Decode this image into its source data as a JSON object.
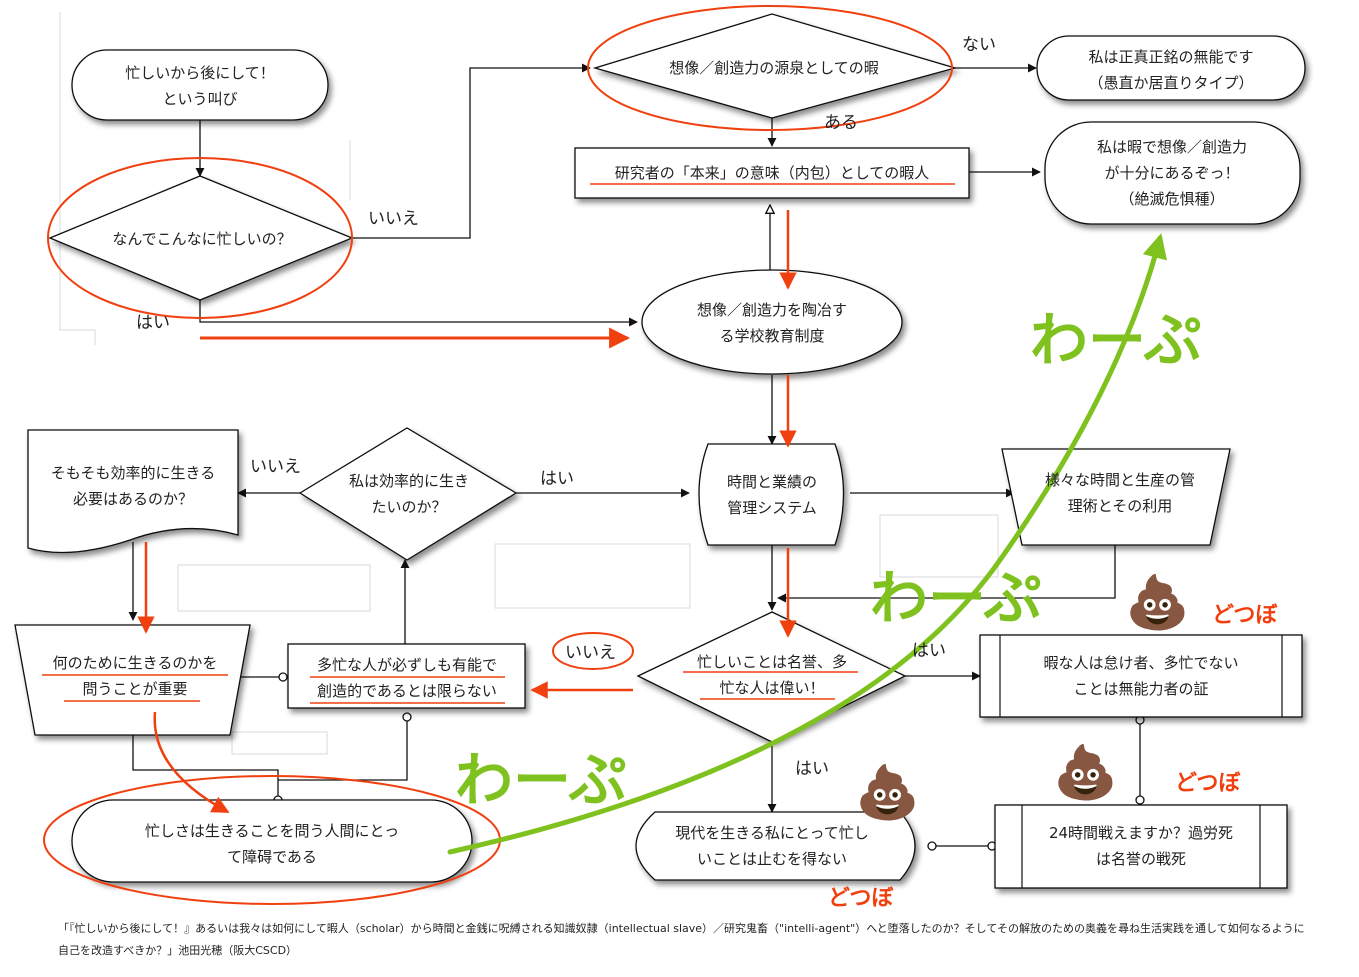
{
  "nodes": {
    "start": [
      "忙しいから後にして！",
      "という叫び"
    ],
    "q_busy": [
      "なんでこんなに忙しいの？"
    ],
    "q_leisure": [
      "想像／創造力の源泉としての暇"
    ],
    "r_incompetent": [
      "私は正真正銘の無能です",
      "（愚直か居直りタイプ）"
    ],
    "researcher": [
      "研究者の「本来」の意味（内包）としての暇人"
    ],
    "r_creative": [
      "私は暇で想像／創造力",
      "が十分にあるぞっ！",
      "（絶滅危惧種）"
    ],
    "school": [
      "想像／創造力を陶冶す",
      "る学校教育制度"
    ],
    "q_efficient": [
      "私は効率的に生き",
      "たいのか？"
    ],
    "doc_need": [
      "そもそも効率的に生きる",
      "必要はあるのか？"
    ],
    "mgmt": [
      "時間と業績の",
      "管理システム"
    ],
    "tech": [
      "様々な時間と生産の管",
      "理術とその利用"
    ],
    "q_honor": [
      "忙しいことは名誉、多",
      "忙な人は偉い！"
    ],
    "busy_not_able": [
      "多忙な人が必ずしも有能で",
      "創造的であるとは限らない"
    ],
    "purpose": [
      "何のために生きるのかを",
      "問うことが重要"
    ],
    "idle_lazy": [
      "暇な人は怠け者、多忙でない",
      "ことは無能力者の証"
    ],
    "obstacle": [
      "忙しさは生きることを問う人間にとっ",
      "て障碍である"
    ],
    "modern": [
      "現代を生きる私にとって忙し",
      "いことは止むを得ない"
    ],
    "h24": [
      "24時間戦えますか？過労死",
      "は名誉の戦死"
    ]
  },
  "labels": {
    "nai": "ない",
    "aru": "ある",
    "iie_busy": "いいえ",
    "hai_busy": "はい",
    "iie_efficient": "いいえ",
    "hai_efficient": "はい",
    "iie_honor": "いいえ",
    "hai_honor_right": "はい",
    "hai_honor_down": "はい"
  },
  "annotations": {
    "warp": "わーぷ",
    "dotsubo": "どつぼ",
    "poop_emoji": "💩"
  },
  "caption": "「『忙しいから後にして！』あるいは我々は如何にして暇人（scholar）から時間と金銭に呪縛される知識奴隷（intellectual slave）／研究鬼畜（\"intelli-agent\"）へと堕落したのか？そしてその解放のための奥義を尋ね生活実践を通して如何なるように自己を改造すべきか？」池田光穂（阪大CSCD）",
  "colors": {
    "line": "#111111",
    "red": "#f04010",
    "green": "#7fc21f",
    "poop": "#a0621f"
  }
}
